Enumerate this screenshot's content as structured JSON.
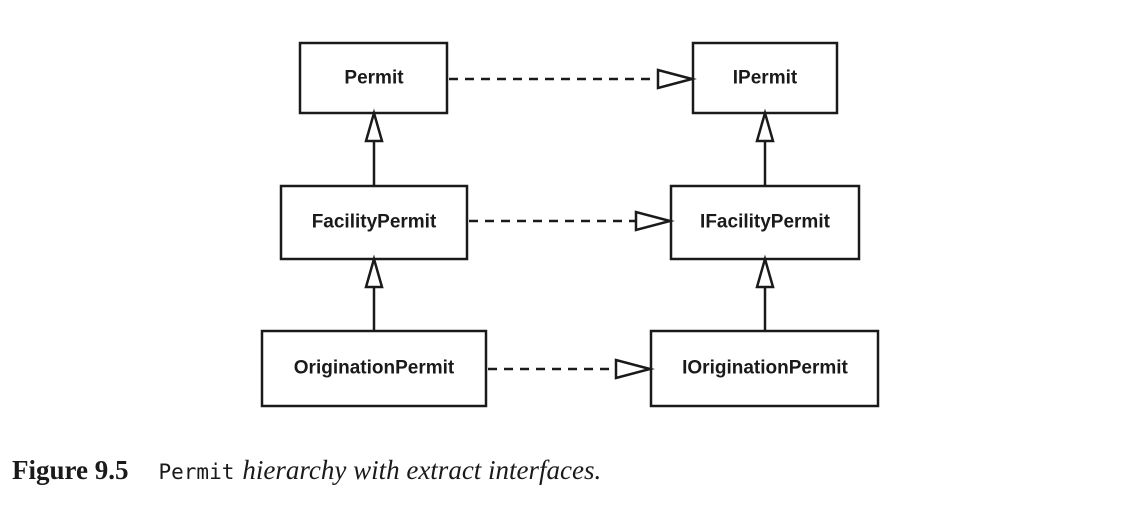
{
  "diagram": {
    "boxes": {
      "permit": "Permit",
      "ipermit": "IPermit",
      "facility_permit": "FacilityPermit",
      "ifacility_permit": "IFacilityPermit",
      "origination_permit": "OriginationPermit",
      "iorigination_permit": "IOriginationPermit"
    }
  },
  "caption": {
    "label": "Figure 9.5",
    "code": "Permit",
    "text": "hierarchy with extract interfaces."
  }
}
